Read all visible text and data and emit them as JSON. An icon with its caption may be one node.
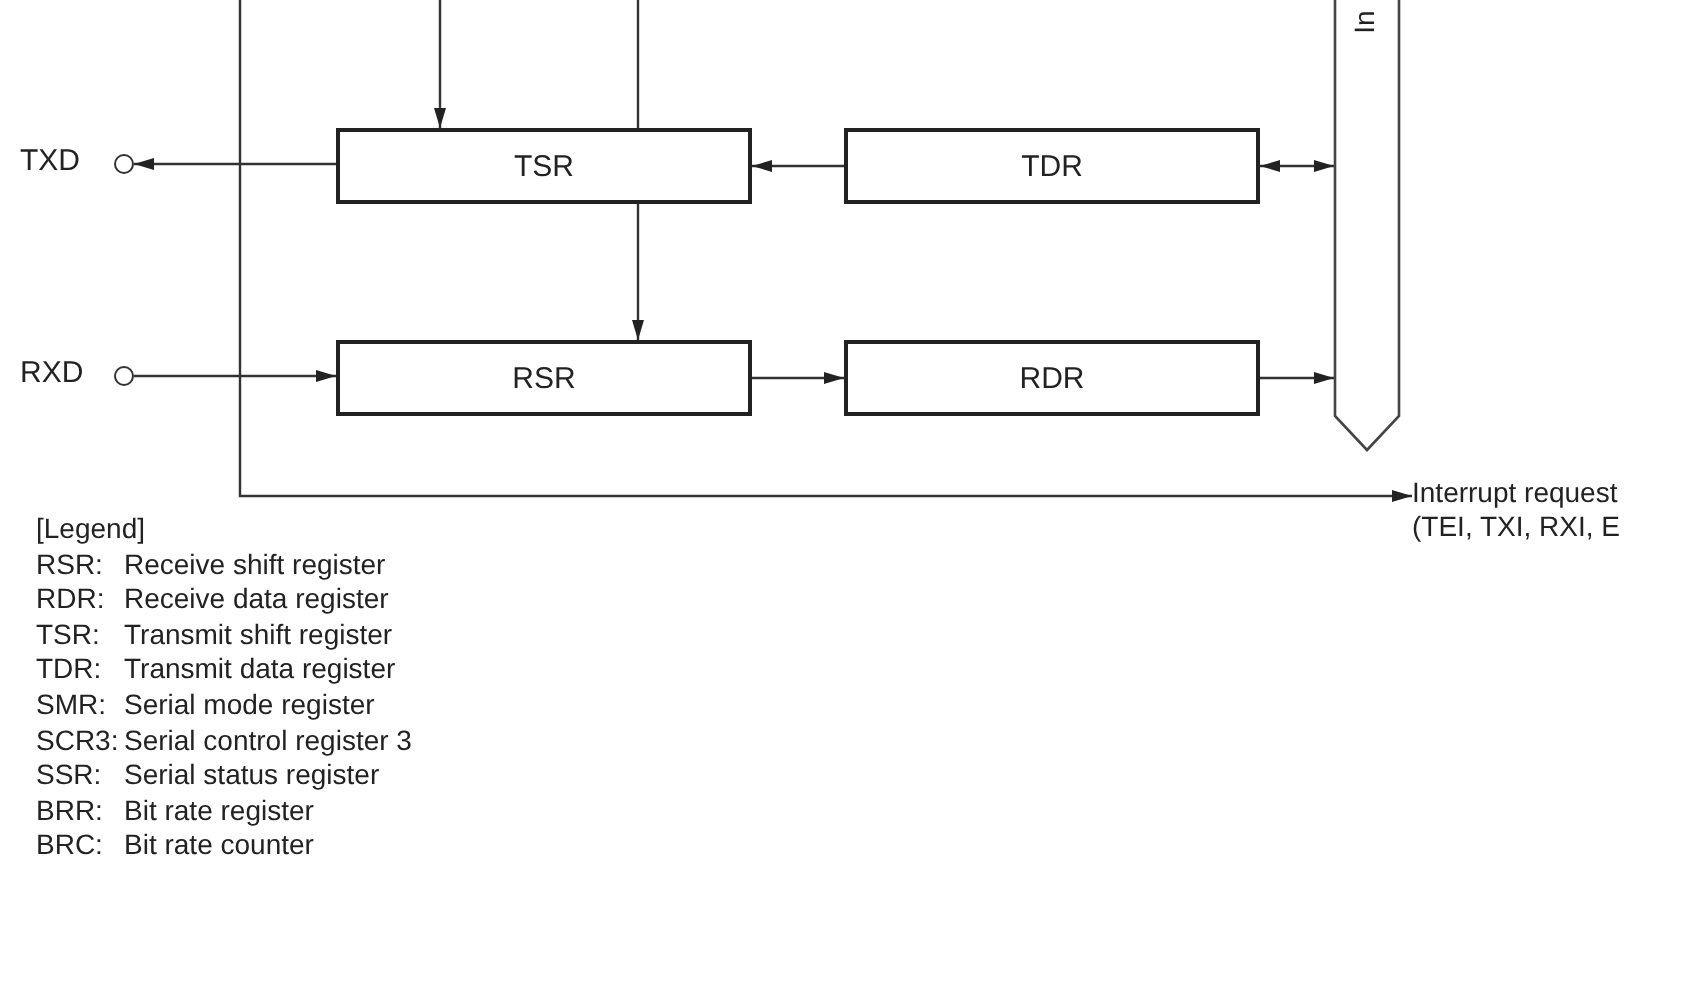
{
  "diagram": {
    "nodes": [
      {
        "text": [],
        "shape": "circle",
        "beside": [
          "TXD"
        ]
      },
      {
        "text": [],
        "shape": "circle",
        "beside": [
          "RXD"
        ]
      },
      {
        "text": [
          "TSR"
        ]
      },
      {
        "text": [
          "TDR"
        ]
      },
      {
        "text": [
          "RSR"
        ]
      },
      {
        "text": [
          "RDR"
        ]
      },
      {
        "text": [
          "In"
        ]
      },
      {
        "text": [
          "Interrupt request (TEI, TXI, RXI, E"
        ]
      }
    ],
    "edges": [
      {
        "from": null,
        "to": 2,
        "arrow": "to"
      },
      {
        "from": null,
        "to": 4,
        "arrow": "to"
      },
      {
        "from": 2,
        "to": 0,
        "arrow": "to"
      },
      {
        "from": 1,
        "to": 4,
        "arrow": "to"
      },
      {
        "from": 3,
        "to": 2,
        "arrow": "to"
      },
      {
        "from": 3,
        "to": 6,
        "arrow": "both"
      },
      {
        "from": 4,
        "to": 5,
        "arrow": "to"
      },
      {
        "from": 5,
        "to": 6,
        "arrow": "to"
      },
      {
        "from": null,
        "to": 7,
        "arrow": "to"
      }
    ],
    "labels": [
      "[Legend]",
      "RSR:",
      "Receive shift register",
      "RDR:",
      "Receive data register",
      "TSR:",
      "Transmit shift register",
      "TDR:",
      "Transmit data register",
      "SMR:",
      "Serial mode register",
      "SCR3:",
      "Serial control register 3",
      "SSR:",
      "Serial status register",
      "BRR:",
      "Bit rate register",
      "BRC:",
      "Bit rate counter"
    ]
  }
}
